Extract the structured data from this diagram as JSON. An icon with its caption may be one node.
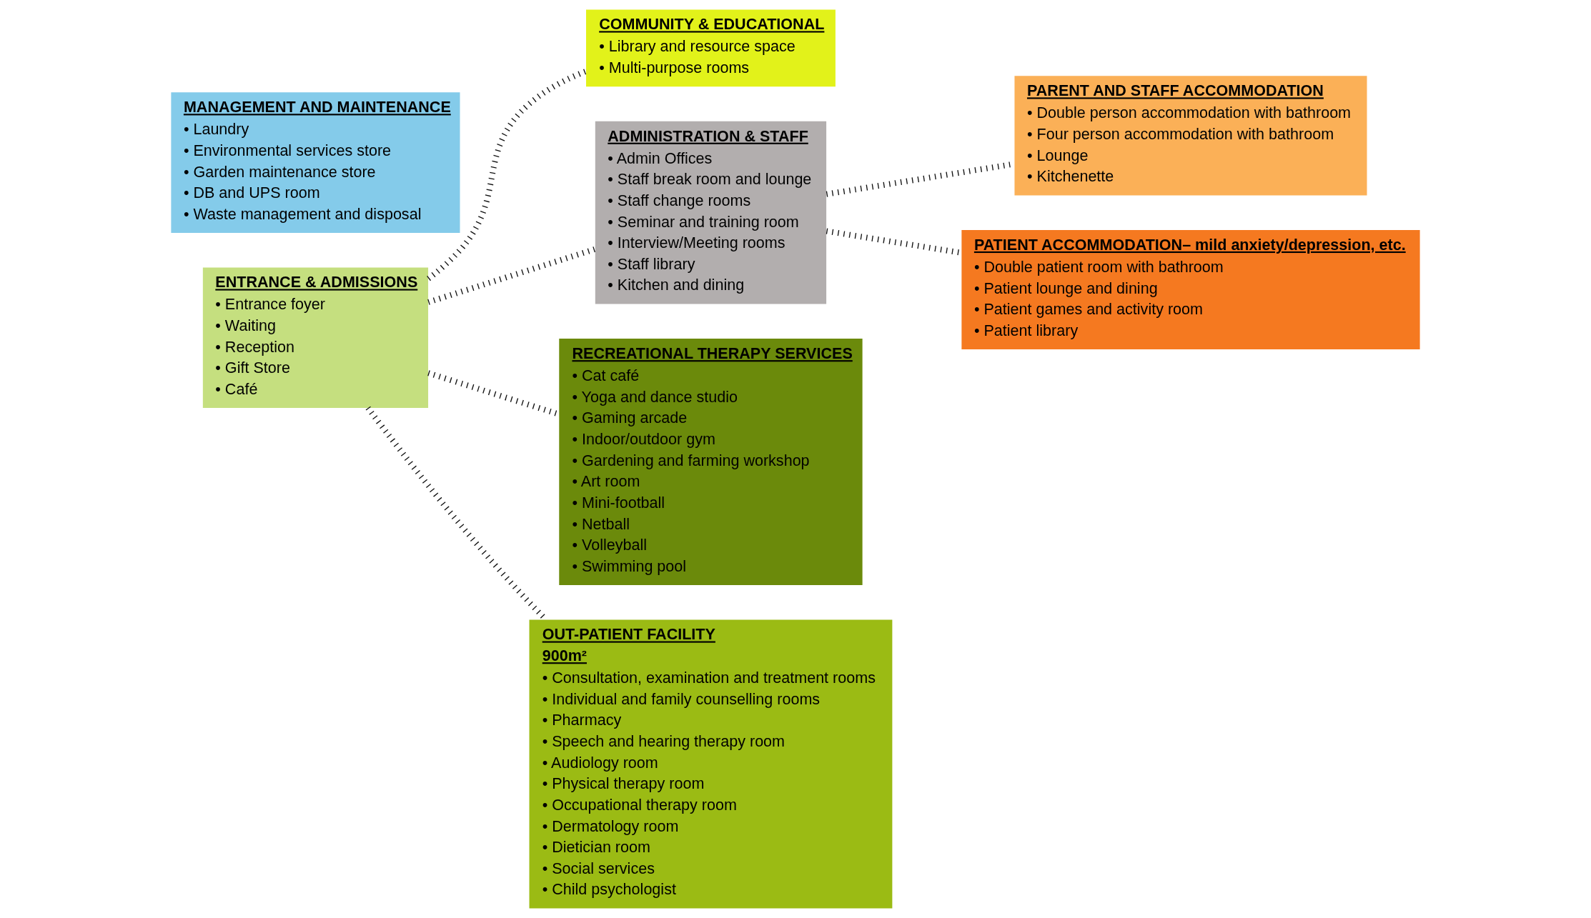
{
  "diagram": {
    "nodes": [
      {
        "text": [
          "COMMUNITY & EDUCATIONAL",
          "• Library and resource space",
          "• Multi-purpose rooms"
        ]
      },
      {
        "text": [
          "ADMINISTRATION & STAFF",
          "• Admin Offices",
          "• Staff break room and lounge",
          "• Staff change rooms",
          "• Seminar and training room",
          "• Interview/Meeting rooms",
          "• Staff library",
          "• Kitchen and dining"
        ]
      },
      {
        "text": [
          "ENTRANCE & ADMISSIONS",
          "• Entrance foyer",
          "• Waiting",
          "• Reception",
          "• Gift Store",
          "• Café"
        ]
      },
      {
        "text": [
          "PARENT AND STAFF ACCOMMODATION",
          "• Double person accommodation with bathroom",
          "• Four person accommodation with bathroom",
          "• Lounge",
          "• Kitchenette"
        ]
      },
      {
        "text": [
          "RECREATIONAL THERAPY SERVICES",
          "• Cat café",
          "• Yoga and dance studio",
          "• Gaming arcade",
          "• Indoor/outdoor gym",
          "• Gardening and farming workshop",
          "• Art room",
          "• Mini-football",
          "• Netball",
          "• Volleyball",
          "• Swimming pool"
        ]
      },
      {
        "text": [
          "OUT-PATIENT FACILITY",
          "900m²",
          "• Consultation, examination and treatment rooms",
          "• Individual and family counselling rooms",
          "• Pharmacy",
          "• Speech and hearing therapy room",
          "• Audiology room",
          "• Physical therapy room",
          "• Occupational therapy room",
          "• Dermatology room",
          "• Dietician room",
          "• Social services",
          "• Child psychologist"
        ]
      },
      {
        "text": [
          "PATIENT ACCOMMODATION– mild anxiety/depression, etc.",
          "• Double patient room with bathroom",
          "• Patient lounge and dining",
          "• Patient games and activity room",
          "• Patient library"
        ]
      },
      {
        "text": [
          "MANAGEMENT AND MAINTENANCE",
          "• Laundry",
          "• Environmental services store",
          "• Garden maintenance store",
          "• DB and UPS room",
          "• Waste management and disposal"
        ]
      }
    ],
    "edges": [
      {
        "from": 2,
        "to": 0,
        "arrow": "none",
        "style": "dashed"
      },
      {
        "from": 2,
        "to": 1,
        "arrow": "none",
        "style": "dashed"
      },
      {
        "from": 2,
        "to": 5,
        "arrow": "none",
        "style": "dashed"
      },
      {
        "from": 2,
        "to": 4,
        "arrow": "none",
        "style": "dashed"
      },
      {
        "from": 1,
        "to": 6,
        "arrow": "none",
        "style": "dashed"
      },
      {
        "from": 1,
        "to": 3,
        "arrow": "none",
        "style": "dashed"
      }
    ]
  }
}
